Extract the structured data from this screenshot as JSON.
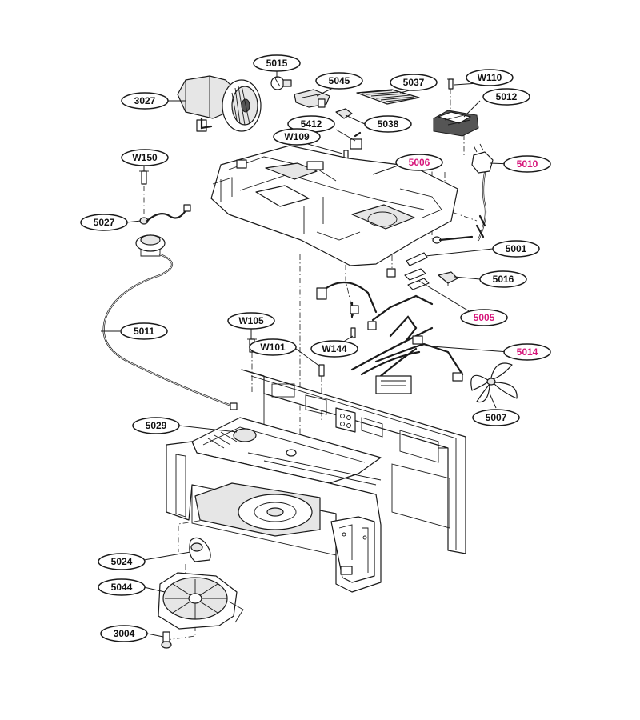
{
  "callouts": [
    {
      "id": "3027",
      "label": "3027",
      "highlight": false
    },
    {
      "id": "5015",
      "label": "5015",
      "highlight": false
    },
    {
      "id": "5045",
      "label": "5045",
      "highlight": false
    },
    {
      "id": "5037",
      "label": "5037",
      "highlight": false
    },
    {
      "id": "W110",
      "label": "W110",
      "highlight": false
    },
    {
      "id": "5012",
      "label": "5012",
      "highlight": false
    },
    {
      "id": "5038",
      "label": "5038",
      "highlight": false
    },
    {
      "id": "5412",
      "label": "5412",
      "highlight": false
    },
    {
      "id": "W109",
      "label": "W109",
      "highlight": false
    },
    {
      "id": "5006",
      "label": "5006",
      "highlight": true
    },
    {
      "id": "5010",
      "label": "5010",
      "highlight": true
    },
    {
      "id": "W150",
      "label": "W150",
      "highlight": false
    },
    {
      "id": "5027",
      "label": "5027",
      "highlight": false
    },
    {
      "id": "5001",
      "label": "5001",
      "highlight": false
    },
    {
      "id": "5016",
      "label": "5016",
      "highlight": false
    },
    {
      "id": "5005",
      "label": "5005",
      "highlight": true
    },
    {
      "id": "5011",
      "label": "5011",
      "highlight": false
    },
    {
      "id": "W105",
      "label": "W105",
      "highlight": false
    },
    {
      "id": "W101",
      "label": "W101",
      "highlight": false
    },
    {
      "id": "W144",
      "label": "W144",
      "highlight": false
    },
    {
      "id": "5014",
      "label": "5014",
      "highlight": true
    },
    {
      "id": "5007",
      "label": "5007",
      "highlight": false
    },
    {
      "id": "5029",
      "label": "5029",
      "highlight": false
    },
    {
      "id": "5024",
      "label": "5024",
      "highlight": false
    },
    {
      "id": "5044",
      "label": "5044",
      "highlight": false
    },
    {
      "id": "3004",
      "label": "3004",
      "highlight": false
    }
  ],
  "colors": {
    "highlight_text": "#d6157a",
    "normal_text": "#111111",
    "line": "#1a1a1a"
  }
}
